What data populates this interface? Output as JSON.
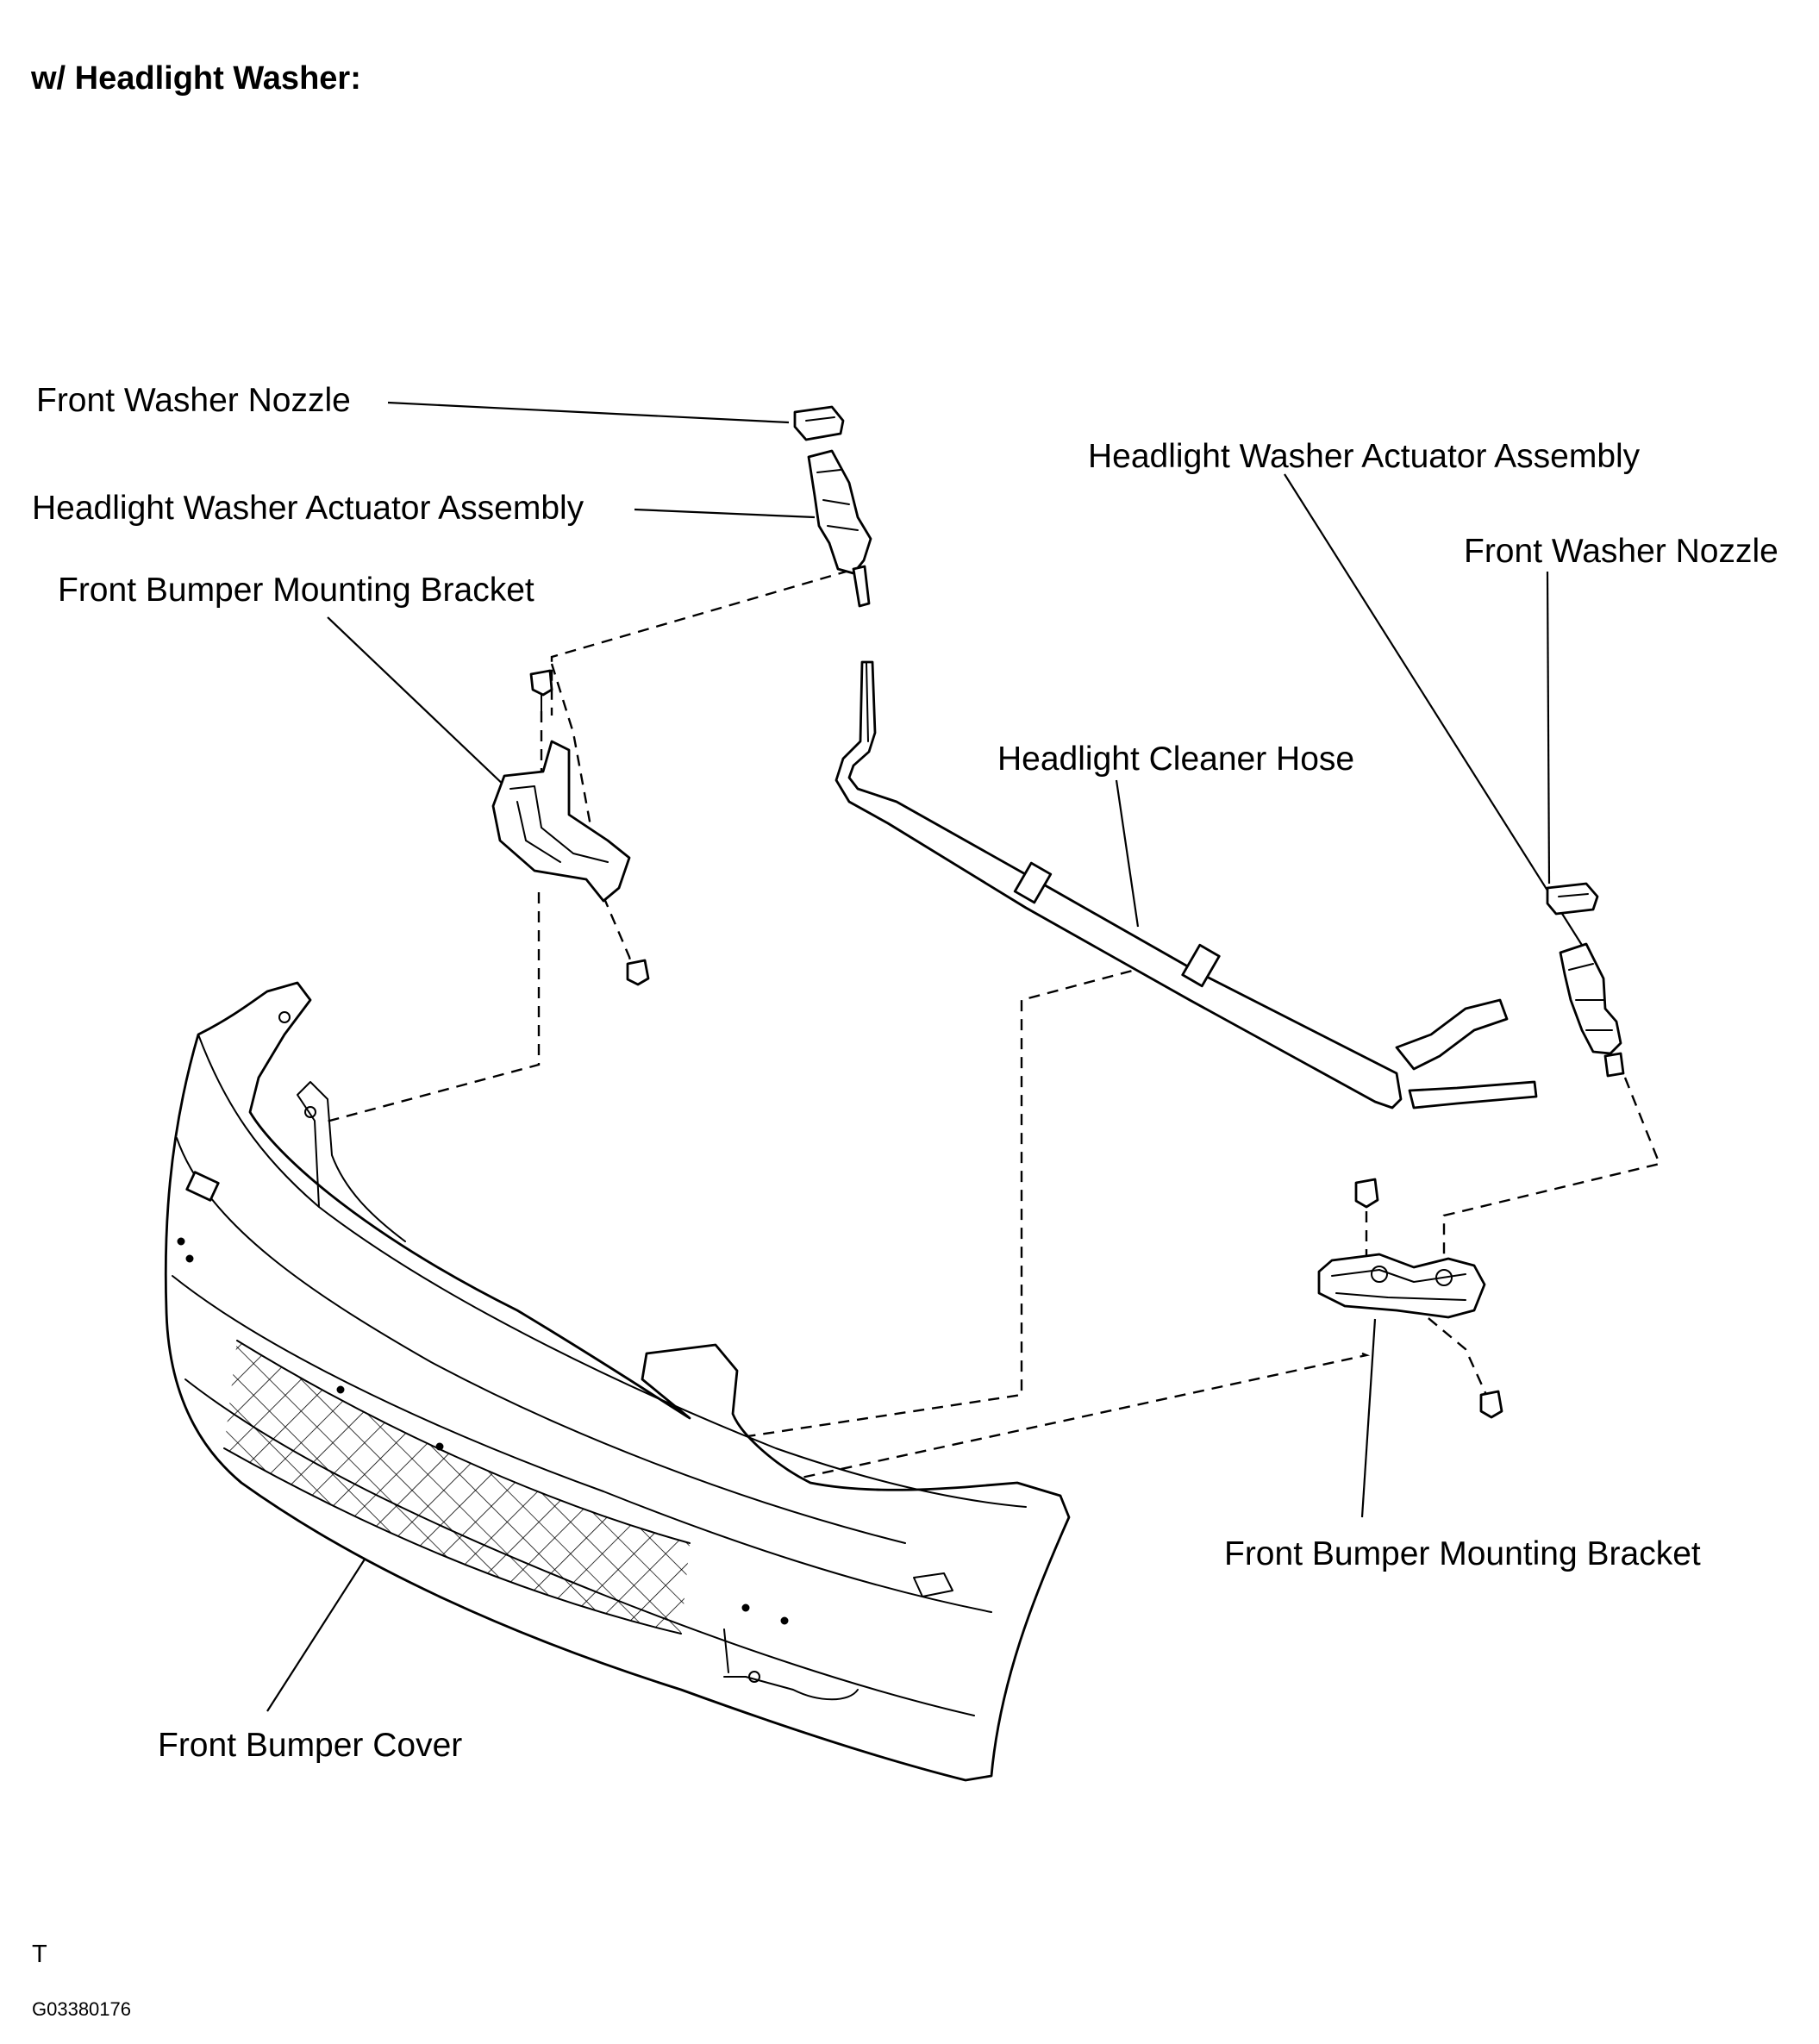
{
  "title": "w/ Headlight Washer:",
  "labels": {
    "left_nozzle": "Front Washer Nozzle",
    "left_actuator": "Headlight Washer Actuator Assembly",
    "left_bracket": "Front Bumper Mounting Bracket",
    "right_actuator": "Headlight Washer Actuator Assembly",
    "right_nozzle": "Front Washer Nozzle",
    "hose": "Headlight Cleaner Hose",
    "right_bracket": "Front Bumper Mounting Bracket",
    "bumper_cover": "Front Bumper Cover"
  },
  "footer": {
    "mark": "T",
    "figure_code": "G03380176"
  }
}
